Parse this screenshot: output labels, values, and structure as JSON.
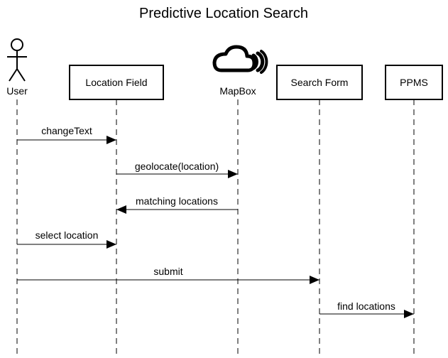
{
  "title": "Predictive Location Search",
  "participants": [
    {
      "id": "user",
      "label": "User",
      "kind": "actor",
      "icon": "stick-figure-icon"
    },
    {
      "id": "field",
      "label": "Location Field",
      "kind": "box"
    },
    {
      "id": "mapbox",
      "label": "MapBox",
      "kind": "icon",
      "icon": "cloud-icon"
    },
    {
      "id": "form",
      "label": "Search Form",
      "kind": "box"
    },
    {
      "id": "ppms",
      "label": "PPMS",
      "kind": "box"
    }
  ],
  "messages": [
    {
      "from": "user",
      "to": "field",
      "label": "changeText"
    },
    {
      "from": "field",
      "to": "mapbox",
      "label": "geolocate(location)"
    },
    {
      "from": "mapbox",
      "to": "field",
      "label": "matching locations"
    },
    {
      "from": "user",
      "to": "field",
      "label": "select location"
    },
    {
      "from": "user",
      "to": "form",
      "label": "submit"
    },
    {
      "from": "form",
      "to": "ppms",
      "label": "find locations"
    }
  ]
}
